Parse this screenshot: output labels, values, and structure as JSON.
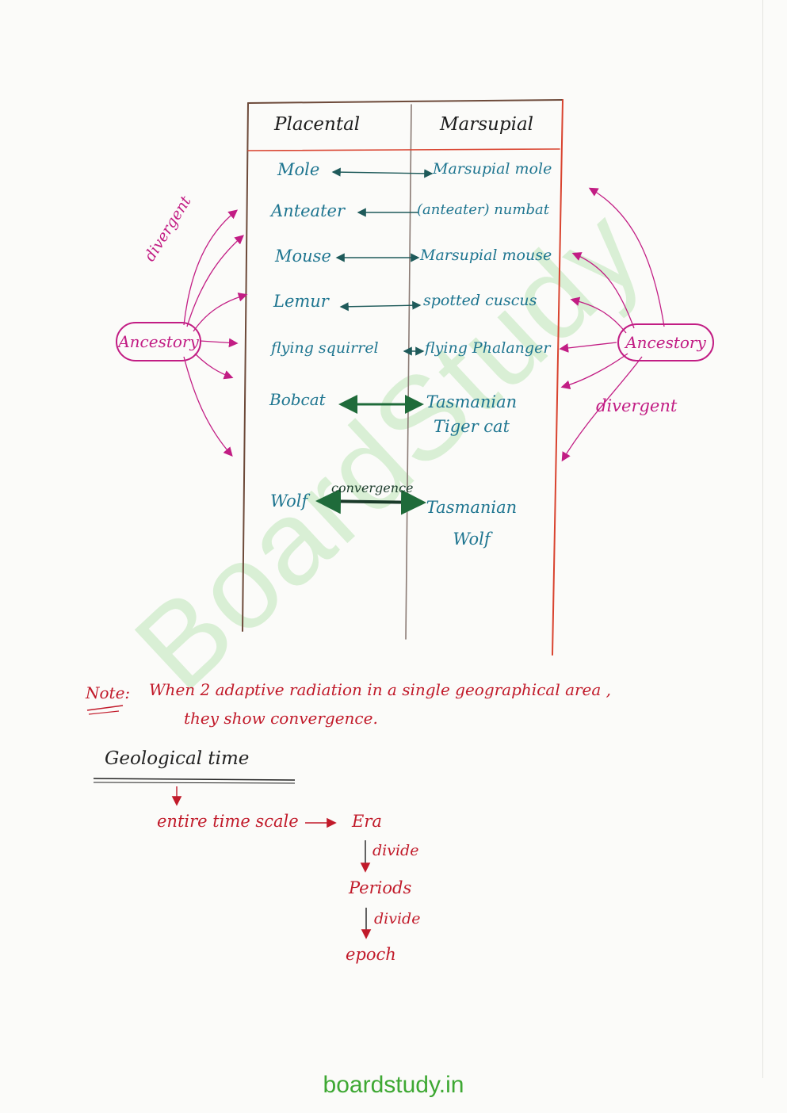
{
  "watermark": "BoardStudy",
  "table": {
    "headers": [
      "Placental",
      "Marsupial"
    ],
    "rows": [
      {
        "placental": "Mole",
        "marsupial": "Marsupial mole"
      },
      {
        "placental": "Anteater",
        "marsupial": "(anteater) numbat"
      },
      {
        "placental": "Mouse",
        "marsupial": "Marsupial mouse"
      },
      {
        "placental": "Lemur",
        "marsupial": "spotted cuscus"
      },
      {
        "placental": "flying squirrel",
        "marsupial": "flying Phalanger"
      },
      {
        "placental": "Bobcat",
        "marsupial": "Tasmanian Tiger cat"
      },
      {
        "placental": "Wolf",
        "marsupial": "Tasmanian Wolf"
      }
    ],
    "convergence_label": "convergence"
  },
  "left_ancestor": {
    "label": "Ancestory",
    "arrow_label": "divergent"
  },
  "right_ancestor": {
    "label": "Ancestory",
    "arrow_label": "divergent"
  },
  "note": {
    "label": "Note:",
    "line1": "When 2 adaptive radiation in a single geographical area ,",
    "line2": "they show convergence."
  },
  "geological": {
    "title": "Geological time",
    "scale": "entire time scale",
    "era": "Era",
    "divide1": "divide",
    "period": "Periods",
    "divide2": "divide",
    "epoch": "epoch"
  },
  "footer": "boardstudy.in",
  "colors": {
    "teal": "#1e7590",
    "magenta": "#c21d84",
    "red": "#c11a2a",
    "green_arrow": "#1f7a3a",
    "footer_green": "#3ea833"
  }
}
